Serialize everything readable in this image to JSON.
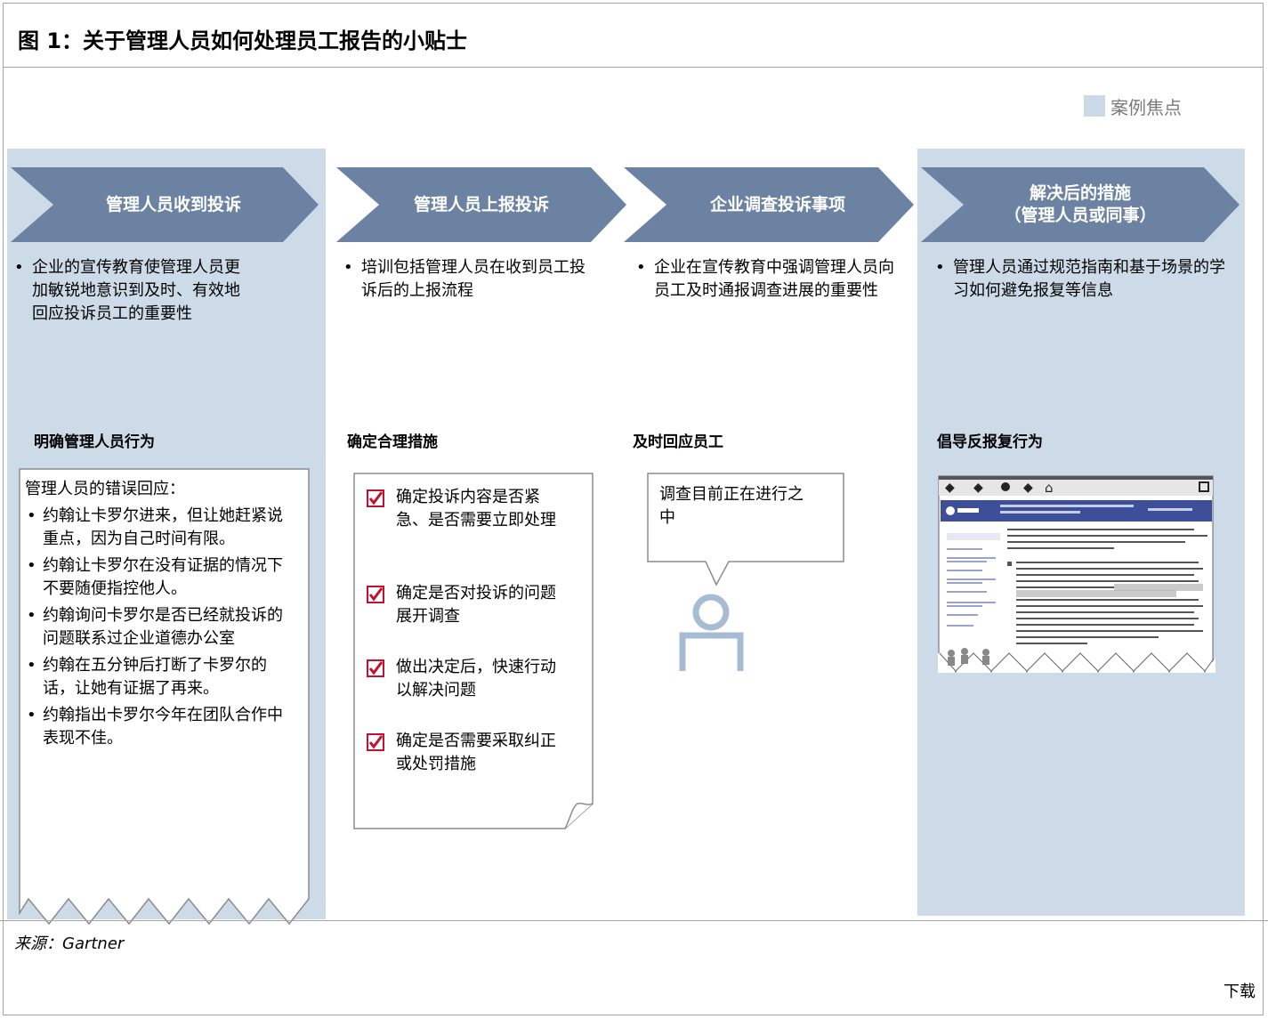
{
  "figure": {
    "title": "图 1：关于管理人员如何处理员工报告的小贴士",
    "legend_label": "案例焦点",
    "legend_color": "#ccd9e6",
    "arrow_color": "#6b82a3",
    "panel_color": "#cddbe8"
  },
  "steps": [
    {
      "title": "管理人员收到投诉",
      "bullet": "企业的宣传教育使管理人员更加敏锐地意识到及时、有效地回应投诉员工的重要性",
      "section": "明确管理人员行为",
      "highlighted": true
    },
    {
      "title": "管理人员上报投诉",
      "bullet": "培训包括管理人员在收到员工投诉后的上报流程",
      "section": "确定合理措施",
      "highlighted": false
    },
    {
      "title": "企业调查投诉事项",
      "bullet": "企业在宣传教育中强调管理人员向员工及时通报调查进展的重要性",
      "section": "及时回应员工",
      "highlighted": false
    },
    {
      "title_line1": "解决后的措施",
      "title_line2": "（管理人员或同事）",
      "bullet": "管理人员通过规范指南和基于场景的学习如何避免报复等信息",
      "section": "倡导反报复行为",
      "highlighted": true
    }
  ],
  "wrong_responses": {
    "heading": "管理人员的错误回应：",
    "items": [
      "约翰让卡罗尔进来，但让她赶紧说重点，因为自己时间有限。",
      "约翰让卡罗尔在没有证据的情况下不要随便指控他人。",
      "约翰询问卡罗尔是否已经就投诉的问题联系过企业道德办公室",
      "约翰在五分钟后打断了卡罗尔的话，让她有证据了再来。",
      "约翰指出卡罗尔今年在团队合作中表现不佳。"
    ]
  },
  "checklist": [
    "确定投诉内容是否紧急、是否需要立即处理",
    "确定是否对投诉的问题展开调查",
    "做出决定后，快速行动以解决问题",
    "确定是否需要采取纠正或处罚措施"
  ],
  "bubble_text": "调查目前正在进行之中",
  "footer": {
    "source": "来源：Gartner",
    "download": "下载"
  }
}
